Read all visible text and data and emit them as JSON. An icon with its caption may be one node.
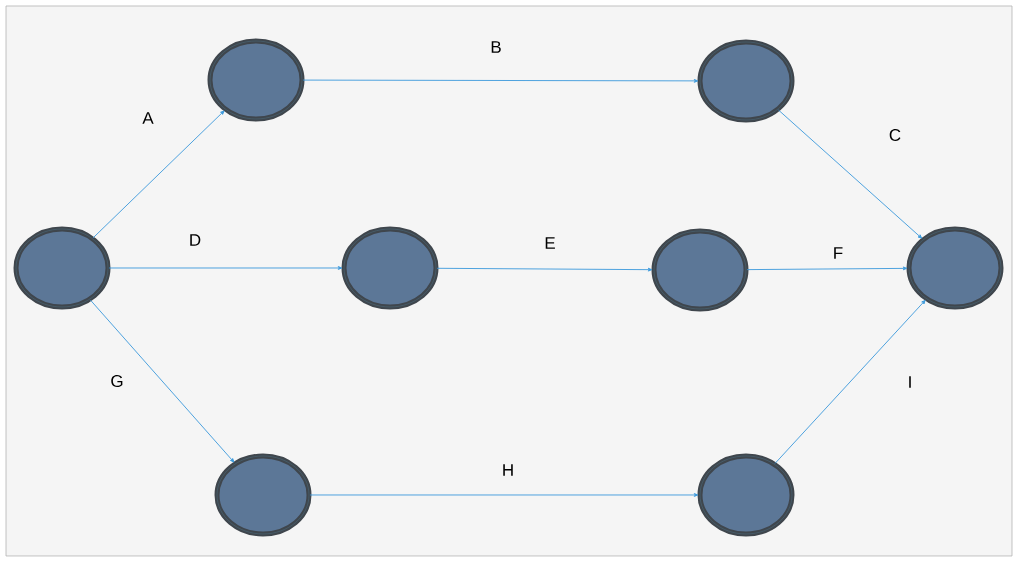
{
  "diagram": {
    "nodes": [
      {
        "text": [],
        "shape": "circle"
      },
      {
        "text": [],
        "shape": "circle"
      },
      {
        "text": [],
        "shape": "circle"
      },
      {
        "text": [],
        "shape": "circle"
      },
      {
        "text": [],
        "shape": "circle"
      },
      {
        "text": [],
        "shape": "circle"
      },
      {
        "text": [],
        "shape": "circle"
      },
      {
        "text": [],
        "shape": "circle"
      }
    ],
    "edges": [
      {
        "from": 0,
        "to": 1,
        "arrow": "to",
        "label": "A"
      },
      {
        "from": 1,
        "to": 5,
        "arrow": "to",
        "label": "B"
      },
      {
        "from": 5,
        "to": 7,
        "arrow": "to",
        "label": "C"
      },
      {
        "from": 0,
        "to": 3,
        "arrow": "to",
        "label": "D"
      },
      {
        "from": 3,
        "to": 4,
        "arrow": "to",
        "label": "E"
      },
      {
        "from": 4,
        "to": 7,
        "arrow": "to",
        "label": "F"
      },
      {
        "from": 0,
        "to": 2,
        "arrow": "to",
        "label": "G"
      },
      {
        "from": 2,
        "to": 6,
        "arrow": "to",
        "label": "H"
      },
      {
        "from": 6,
        "to": 7,
        "arrow": "to",
        "label": "I"
      }
    ]
  }
}
